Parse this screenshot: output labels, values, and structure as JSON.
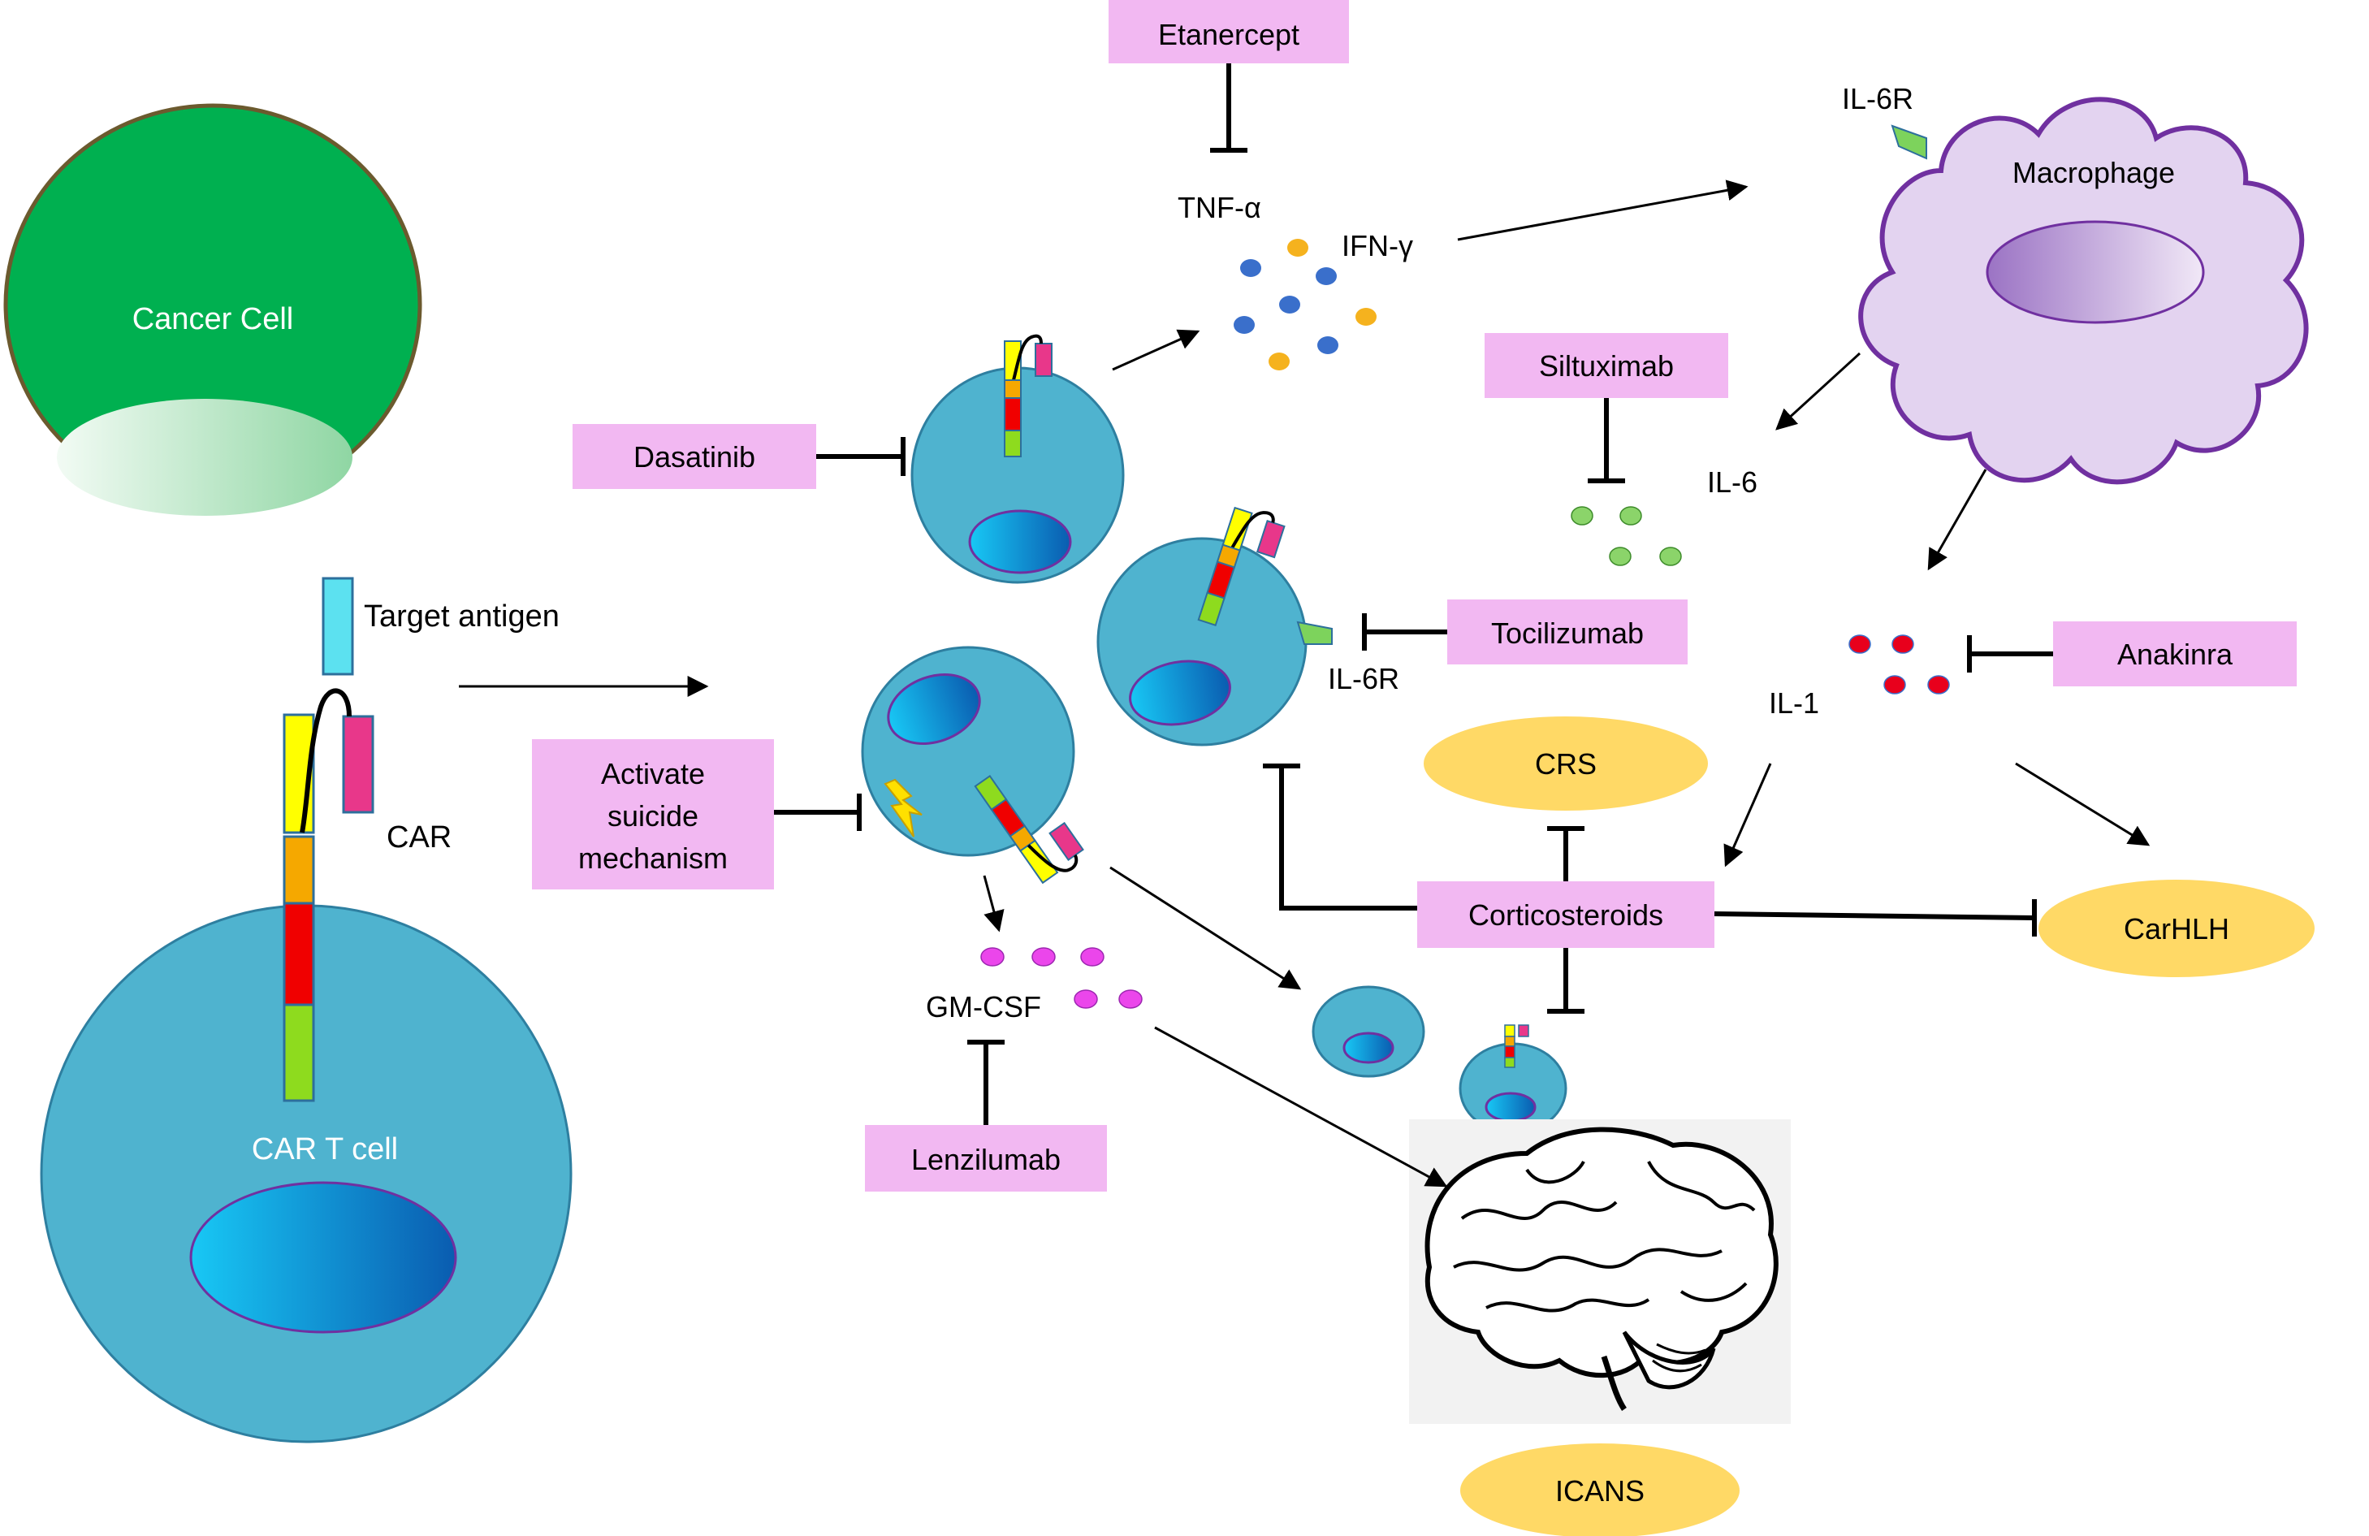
{
  "cells": {
    "cancer_cell": "Cancer Cell",
    "car_t_cell": "CAR T cell",
    "macrophage": "Macrophage"
  },
  "labels": {
    "target_antigen": "Target antigen",
    "car": "CAR",
    "tnf_alpha": "TNF-α",
    "ifn_gamma": "IFN-γ",
    "il6": "IL-6",
    "il6r_macrophage": "IL-6R",
    "il6r_tcell": "IL-6R",
    "il1": "IL-1",
    "gm_csf": "GM-CSF"
  },
  "drugs": {
    "etanercept": "Etanercept",
    "dasatinib": "Dasatinib",
    "siltuximab": "Siltuximab",
    "tocilizumab": "Tocilizumab",
    "anakinra": "Anakinra",
    "suicide_line1": "Activate",
    "suicide_line2": "suicide",
    "suicide_line3": "mechanism",
    "corticosteroids": "Corticosteroids",
    "lenzilumab": "Lenzilumab"
  },
  "outcomes": {
    "crs": "CRS",
    "carhlh": "CarHLH",
    "icans": "ICANS"
  },
  "colors": {
    "drug_box": "#F2B8F2",
    "outcome": "#FFD966",
    "tcell": "#4FB3CF",
    "cancer": "#00B050",
    "macrophage": "#E3D3F0",
    "macrophage_border": "#7030A0"
  }
}
